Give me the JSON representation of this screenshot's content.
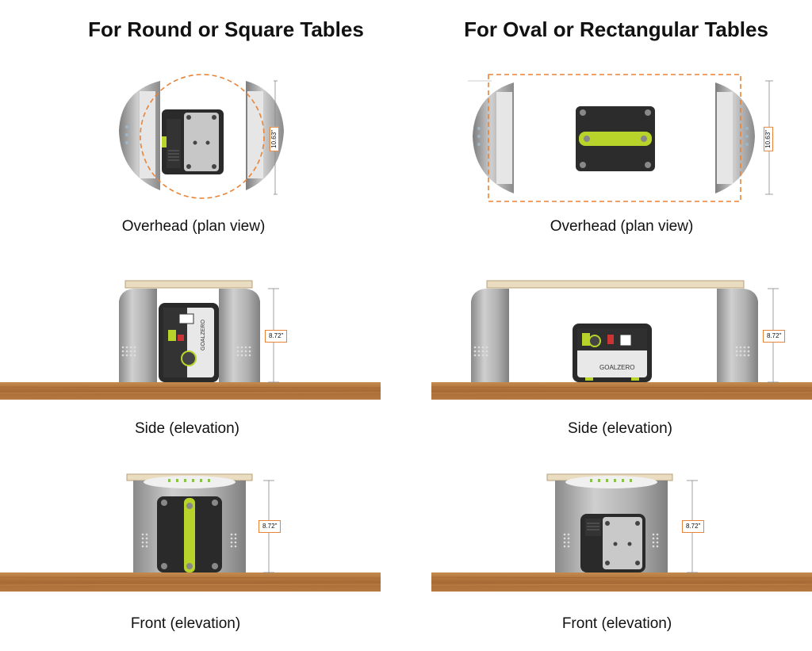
{
  "columns": {
    "left": {
      "title": "For Round or Square Tables",
      "views": {
        "overhead": {
          "caption": "Overhead (plan view)",
          "dimension": "10.63\""
        },
        "side": {
          "caption": "Side (elevation)",
          "dimension": "8.72\""
        },
        "front": {
          "caption": "Front (elevation)",
          "dimension": "8.72\""
        }
      }
    },
    "right": {
      "title": "For Oval or Rectangular Tables",
      "views": {
        "overhead": {
          "caption": "Overhead (plan view)",
          "dimension": "10.63\""
        },
        "side": {
          "caption": "Side (elevation)",
          "dimension": "8.72\""
        },
        "front": {
          "caption": "Front (elevation)",
          "dimension": "8.72\""
        }
      }
    }
  },
  "product": {
    "brand_logo_text": "GOAL ZERO"
  },
  "colors": {
    "dashed_outline": "#e8843a",
    "wood": "#b5773f",
    "pedestal": "#a9a9a9",
    "accent": "#b8d42a"
  }
}
